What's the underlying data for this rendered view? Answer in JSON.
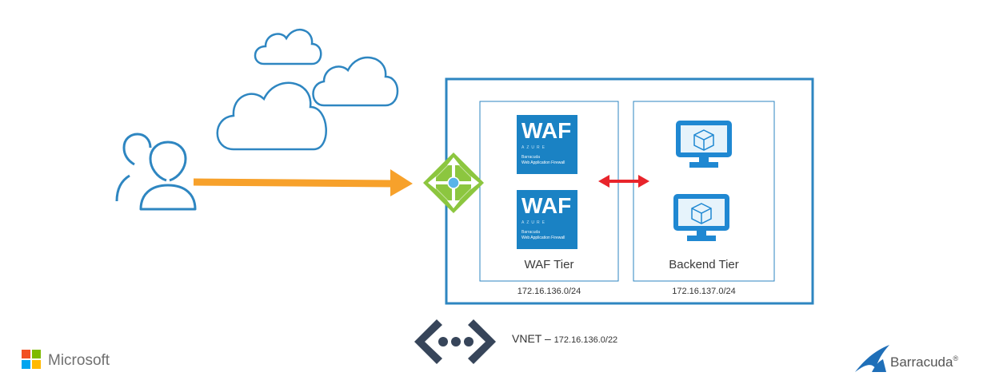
{
  "waf_tier": {
    "label": "WAF Tier",
    "subnet": "172.16.136.0/24",
    "cards": [
      {
        "title": "WAF",
        "azure": "AZURE",
        "line1": "Barracuda",
        "line2": "Web Application Firewall"
      },
      {
        "title": "WAF",
        "azure": "AZURE",
        "line1": "Barracuda",
        "line2": "Web Application Firewall"
      }
    ]
  },
  "backend_tier": {
    "label": "Backend Tier",
    "subnet": "172.16.137.0/24"
  },
  "vnet": {
    "label": "VNET – ",
    "cidr": "172.16.136.0/22"
  },
  "logos": {
    "microsoft": "Microsoft",
    "barracuda": "Barracuda",
    "registered": "®"
  },
  "colors": {
    "azure_blue": "#2e86c1",
    "orange_arrow": "#f7a12b",
    "red_arrow": "#e8242b",
    "lb_green": "#8cc63f",
    "waf_card": "#1a82c4",
    "vnet_icon": "#37455a"
  },
  "icons": [
    "users-icon",
    "cloud-icon",
    "load-balancer-icon",
    "virtual-machine-icon",
    "vnet-icon"
  ]
}
